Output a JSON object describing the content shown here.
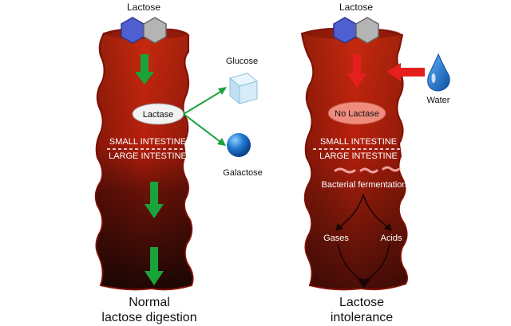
{
  "left_panel": {
    "top_label": "Lactose",
    "enzyme": "Lactase",
    "product_1": "Glucose",
    "product_2": "Galactose",
    "small_intestine": "SMALL INTESTINE",
    "large_intestine": "LARGE INTESTINE",
    "caption_line1": "Normal",
    "caption_line2": "lactose digestion"
  },
  "right_panel": {
    "top_label": "Lactose",
    "enzyme": "No Lactase",
    "water": "Water",
    "small_intestine": "SMALL INTESTINE",
    "large_intestine": "LARGE INTESTINE",
    "fermentation": "Bacterial fermentation",
    "gases": "Gases",
    "acids": "Acids",
    "caption_line1": "Lactose",
    "caption_line2": "intolerance"
  },
  "colors": {
    "intestine_red": "#c8280f",
    "intestine_dark": "#2a0b08",
    "green_arrow": "#1aa33a",
    "red_arrow": "#e51f1f",
    "hexagon_blue": "#5566cc",
    "hexagon_gray": "#a8a8a8",
    "galactose_blue": "#1f6fc4",
    "glucose_cube": "#cfe8f5",
    "water_blue": "#1f77c9"
  }
}
